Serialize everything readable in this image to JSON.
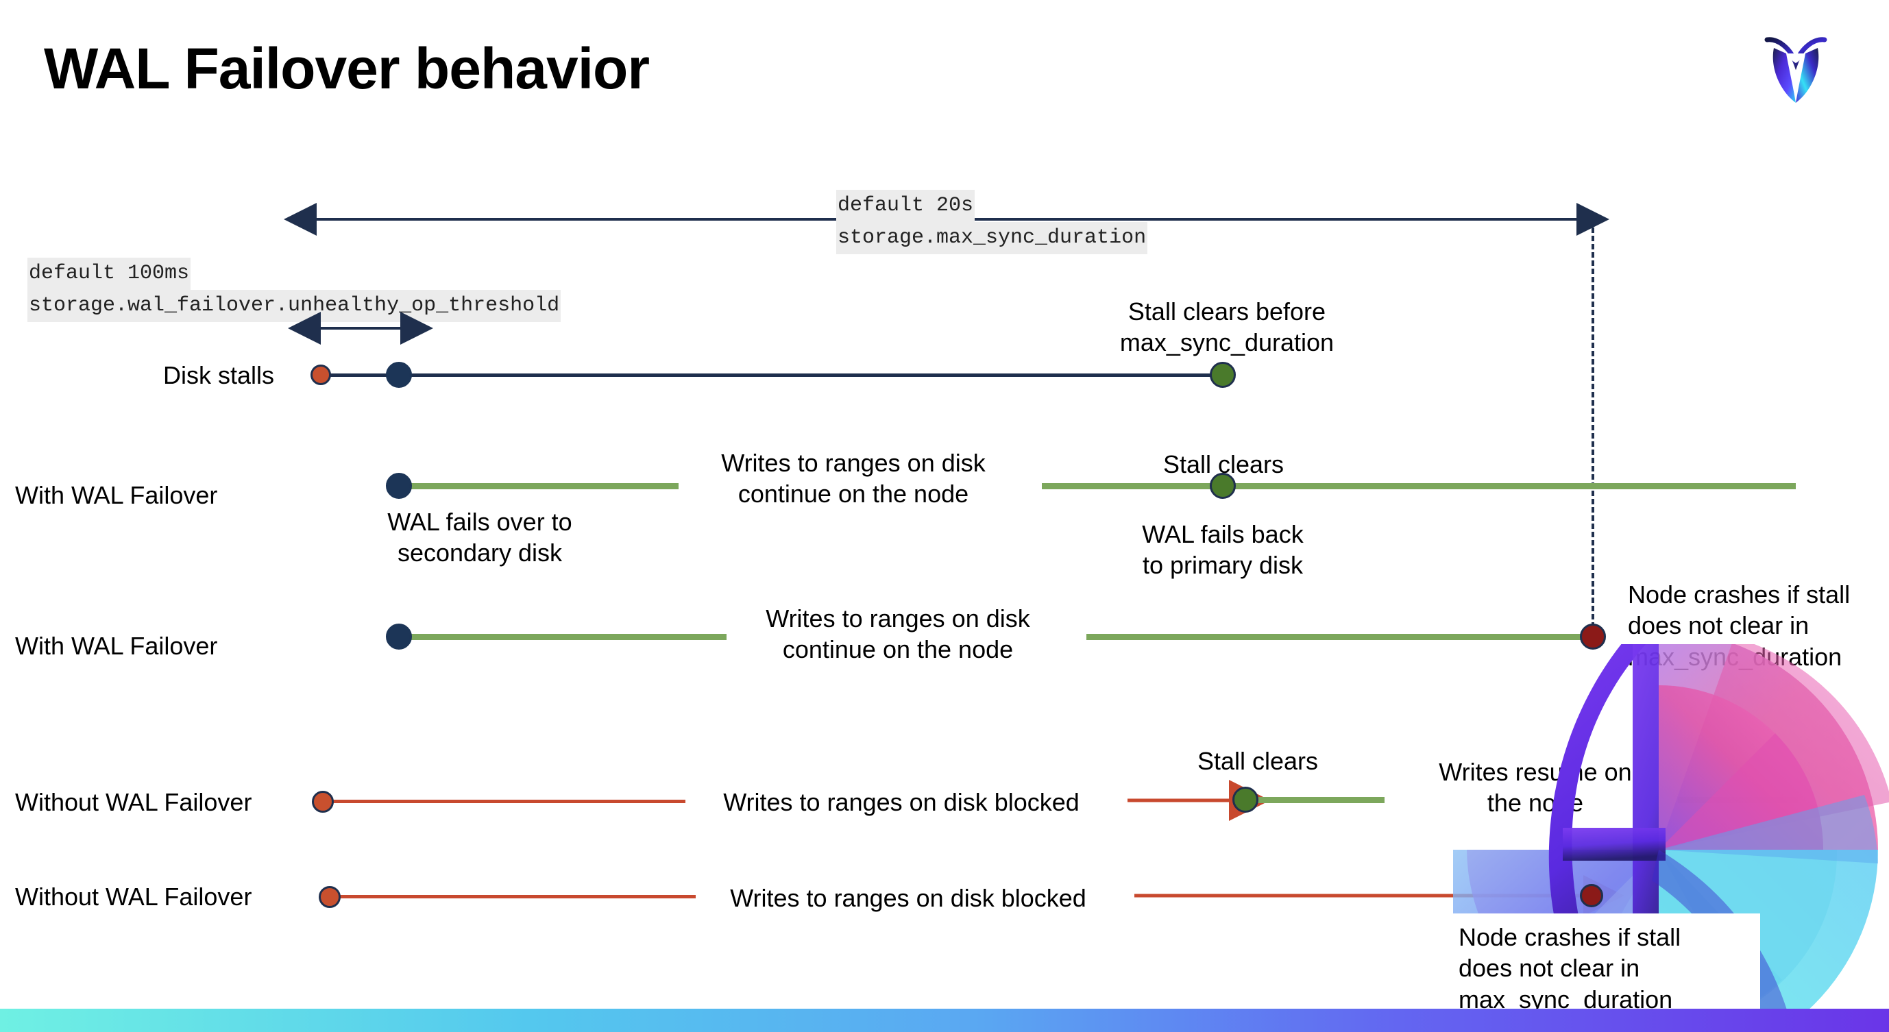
{
  "slide": {
    "title": "WAL Failover behavior",
    "logo_name": "cockroachdb-logo"
  },
  "callouts": {
    "max_sync": {
      "line1": "default 20s",
      "line2": "storage.max_sync_duration"
    },
    "unhealthy_threshold": {
      "line1": "default 100ms",
      "line2": "storage.wal_failover.unhealthy_op_threshold"
    }
  },
  "rows": [
    {
      "label": "Disk stalls",
      "notes": [
        "Stall clears before\nmax_sync_duration"
      ]
    },
    {
      "label": "With WAL Failover",
      "notes": [
        "Writes to ranges on disk\ncontinue on the node",
        "Stall clears",
        "WAL fails over to\nsecondary disk",
        "WAL fails  back\nto primary disk"
      ]
    },
    {
      "label": "With WAL Failover",
      "notes": [
        "Writes to ranges on disk\ncontinue on the node",
        "Node crashes if stall\ndoes not clear in\nmax_sync_duration"
      ]
    },
    {
      "label": "Without WAL Failover",
      "notes": [
        "Writes to ranges on disk  blocked",
        "Stall clears",
        "Writes resume on\nthe node"
      ]
    },
    {
      "label": "Without WAL Failover",
      "notes": [
        "Writes to ranges on disk  blocked",
        "Node crashes if stall\ndoes not clear in\nmax_sync_duration"
      ]
    }
  ],
  "labels": {
    "disk_stalls": "Disk stalls",
    "with_wal_failover_1": "With WAL Failover",
    "with_wal_failover_2": "With WAL Failover",
    "without_wal_failover_1": "Without WAL Failover",
    "without_wal_failover_2": "Without WAL Failover"
  },
  "notes": {
    "stall_clears_before_l1": "Stall clears before",
    "stall_clears_before_l2": "max_sync_duration",
    "writes_continue_a_l1": "Writes to ranges on disk",
    "writes_continue_a_l2": "continue on the node",
    "stall_clears_row2": "Stall clears",
    "wal_fails_over_l1": "WAL fails over to",
    "wal_fails_over_l2": "secondary disk",
    "wal_fails_back_l1": "WAL fails  back",
    "wal_fails_back_l2": "to primary disk",
    "writes_continue_b_l1": "Writes to ranges on disk",
    "writes_continue_b_l2": "continue on the node",
    "node_crashes_l1": "Node crashes if stall",
    "node_crashes_l2": "does not clear in",
    "node_crashes_l3": "max_sync_duration",
    "writes_blocked_row4": "Writes to ranges on disk  blocked",
    "stall_clears_row4": "Stall clears",
    "writes_resume_l1": "Writes resume on",
    "writes_resume_l2": "the node",
    "writes_blocked_row5": "Writes to ranges on disk  blocked",
    "node_crashes_b_l1": "Node crashes if stall",
    "node_crashes_b_l2": "does not clear in",
    "node_crashes_b_l3": "max_sync_duration"
  },
  "colors": {
    "navy": "#1F2F4D",
    "green_line": "#7CA75C",
    "green_dot": "#4A7A2B",
    "orange": "#C8502E",
    "red_line": "#C8492E",
    "dark_red": "#8B1A18",
    "callout_bg": "#ececec",
    "bar_start": "#6FF0E3",
    "bar_end": "#6A35E8"
  }
}
